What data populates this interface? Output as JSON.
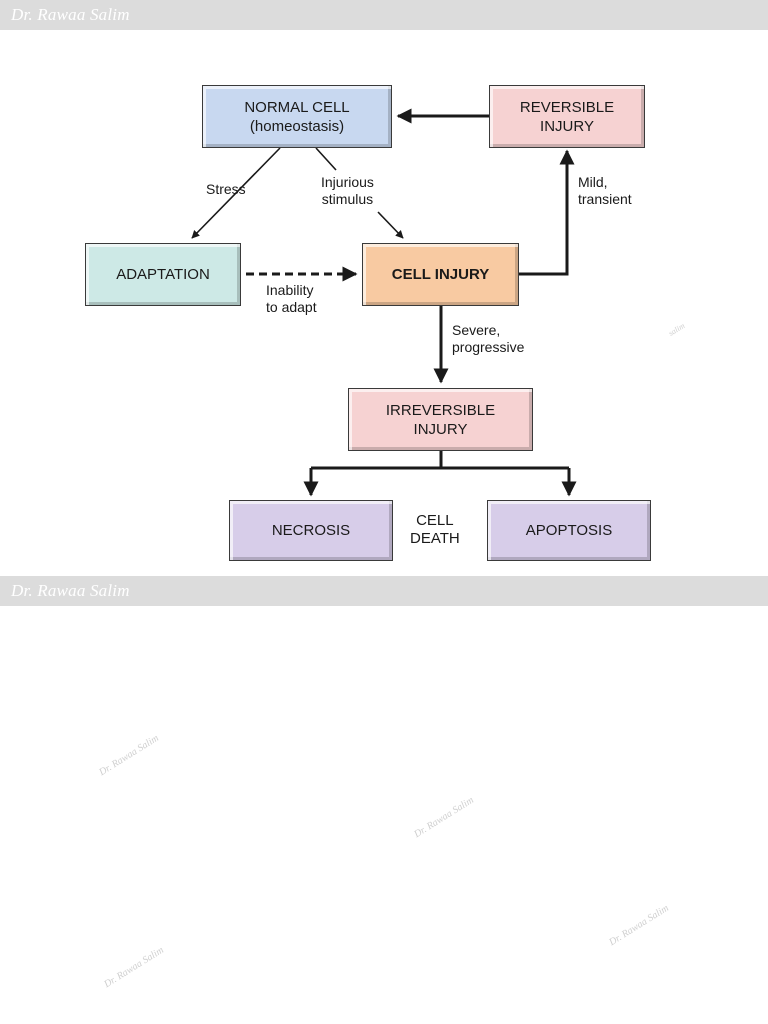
{
  "header": {
    "author": "Dr. Rawaa Salim"
  },
  "footer_header": {
    "author": "Dr. Rawaa Salim"
  },
  "nodes": {
    "normal_cell": "NORMAL CELL\n(homeostasis)",
    "reversible_injury": "REVERSIBLE\nINJURY",
    "adaptation": "ADAPTATION",
    "cell_injury": "CELL INJURY",
    "irreversible_injury": "IRREVERSIBLE\nINJURY",
    "necrosis": "NECROSIS",
    "apoptosis": "APOPTOSIS"
  },
  "edge_labels": {
    "stress": "Stress",
    "injurious_stimulus": "Injurious\nstimulus",
    "inability_to_adapt": "Inability\nto adapt",
    "mild_transient": "Mild,\ntransient",
    "severe_progressive": "Severe,\nprogressive",
    "cell_death": "CELL\nDEATH"
  },
  "watermarks": [
    "Dr. Rawaa Salim",
    "Dr. Rawaa Salim",
    "Dr. Rawaa Salim",
    "Dr. Rawaa Salim",
    "salim"
  ],
  "colors": {
    "normal_cell": "#c8d8f0",
    "injury": "#f6d2d2",
    "adaptation": "#cde9e6",
    "cell_injury": "#f8caa2",
    "cell_death": "#d7cde9",
    "header_bar": "#dcdcdc"
  }
}
